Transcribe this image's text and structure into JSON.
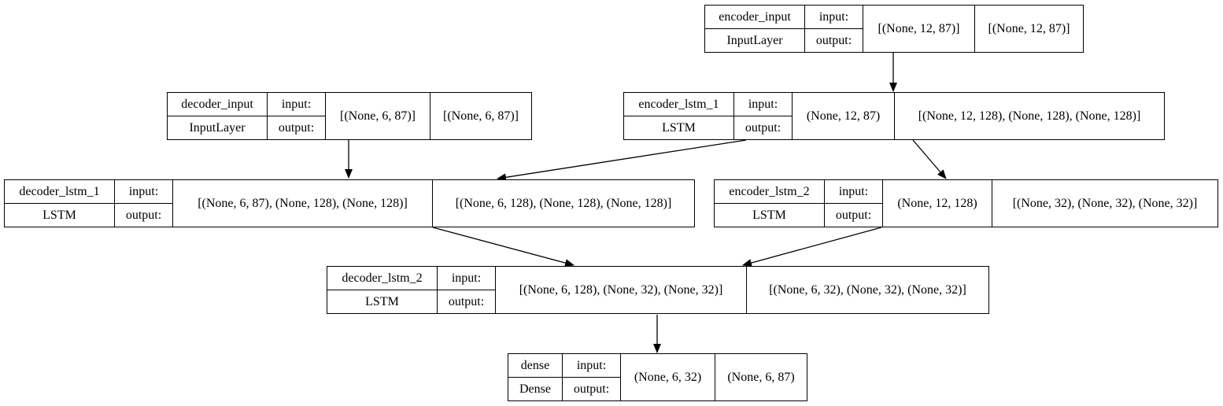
{
  "labels": {
    "input": "input:",
    "output": "output:"
  },
  "nodes": {
    "encoder_input": {
      "name": "encoder_input",
      "layer_type": "InputLayer",
      "input_shape": "[(None, 12, 87)]",
      "output_shape": "[(None, 12, 87)]"
    },
    "decoder_input": {
      "name": "decoder_input",
      "layer_type": "InputLayer",
      "input_shape": "[(None, 6, 87)]",
      "output_shape": "[(None, 6, 87)]"
    },
    "encoder_lstm_1": {
      "name": "encoder_lstm_1",
      "layer_type": "LSTM",
      "input_shape": "(None, 12, 87)",
      "output_shape": "[(None, 12, 128), (None, 128), (None, 128)]"
    },
    "decoder_lstm_1": {
      "name": "decoder_lstm_1",
      "layer_type": "LSTM",
      "input_shape": "[(None, 6, 87), (None, 128), (None, 128)]",
      "output_shape": "[(None, 6, 128), (None, 128), (None, 128)]"
    },
    "encoder_lstm_2": {
      "name": "encoder_lstm_2",
      "layer_type": "LSTM",
      "input_shape": "(None, 12, 128)",
      "output_shape": "[(None, 32), (None, 32), (None, 32)]"
    },
    "decoder_lstm_2": {
      "name": "decoder_lstm_2",
      "layer_type": "LSTM",
      "input_shape": "[(None, 6, 128), (None, 32), (None, 32)]",
      "output_shape": "[(None, 6, 32), (None, 32), (None, 32)]"
    },
    "dense": {
      "name": "dense",
      "layer_type": "Dense",
      "input_shape": "(None, 6, 32)",
      "output_shape": "(None, 6, 87)"
    }
  },
  "edges": [
    {
      "from": "encoder_input",
      "to": "encoder_lstm_1"
    },
    {
      "from": "decoder_input",
      "to": "decoder_lstm_1"
    },
    {
      "from": "encoder_lstm_1",
      "to": "decoder_lstm_1"
    },
    {
      "from": "encoder_lstm_1",
      "to": "encoder_lstm_2"
    },
    {
      "from": "decoder_lstm_1",
      "to": "decoder_lstm_2"
    },
    {
      "from": "encoder_lstm_2",
      "to": "decoder_lstm_2"
    },
    {
      "from": "decoder_lstm_2",
      "to": "dense"
    }
  ]
}
